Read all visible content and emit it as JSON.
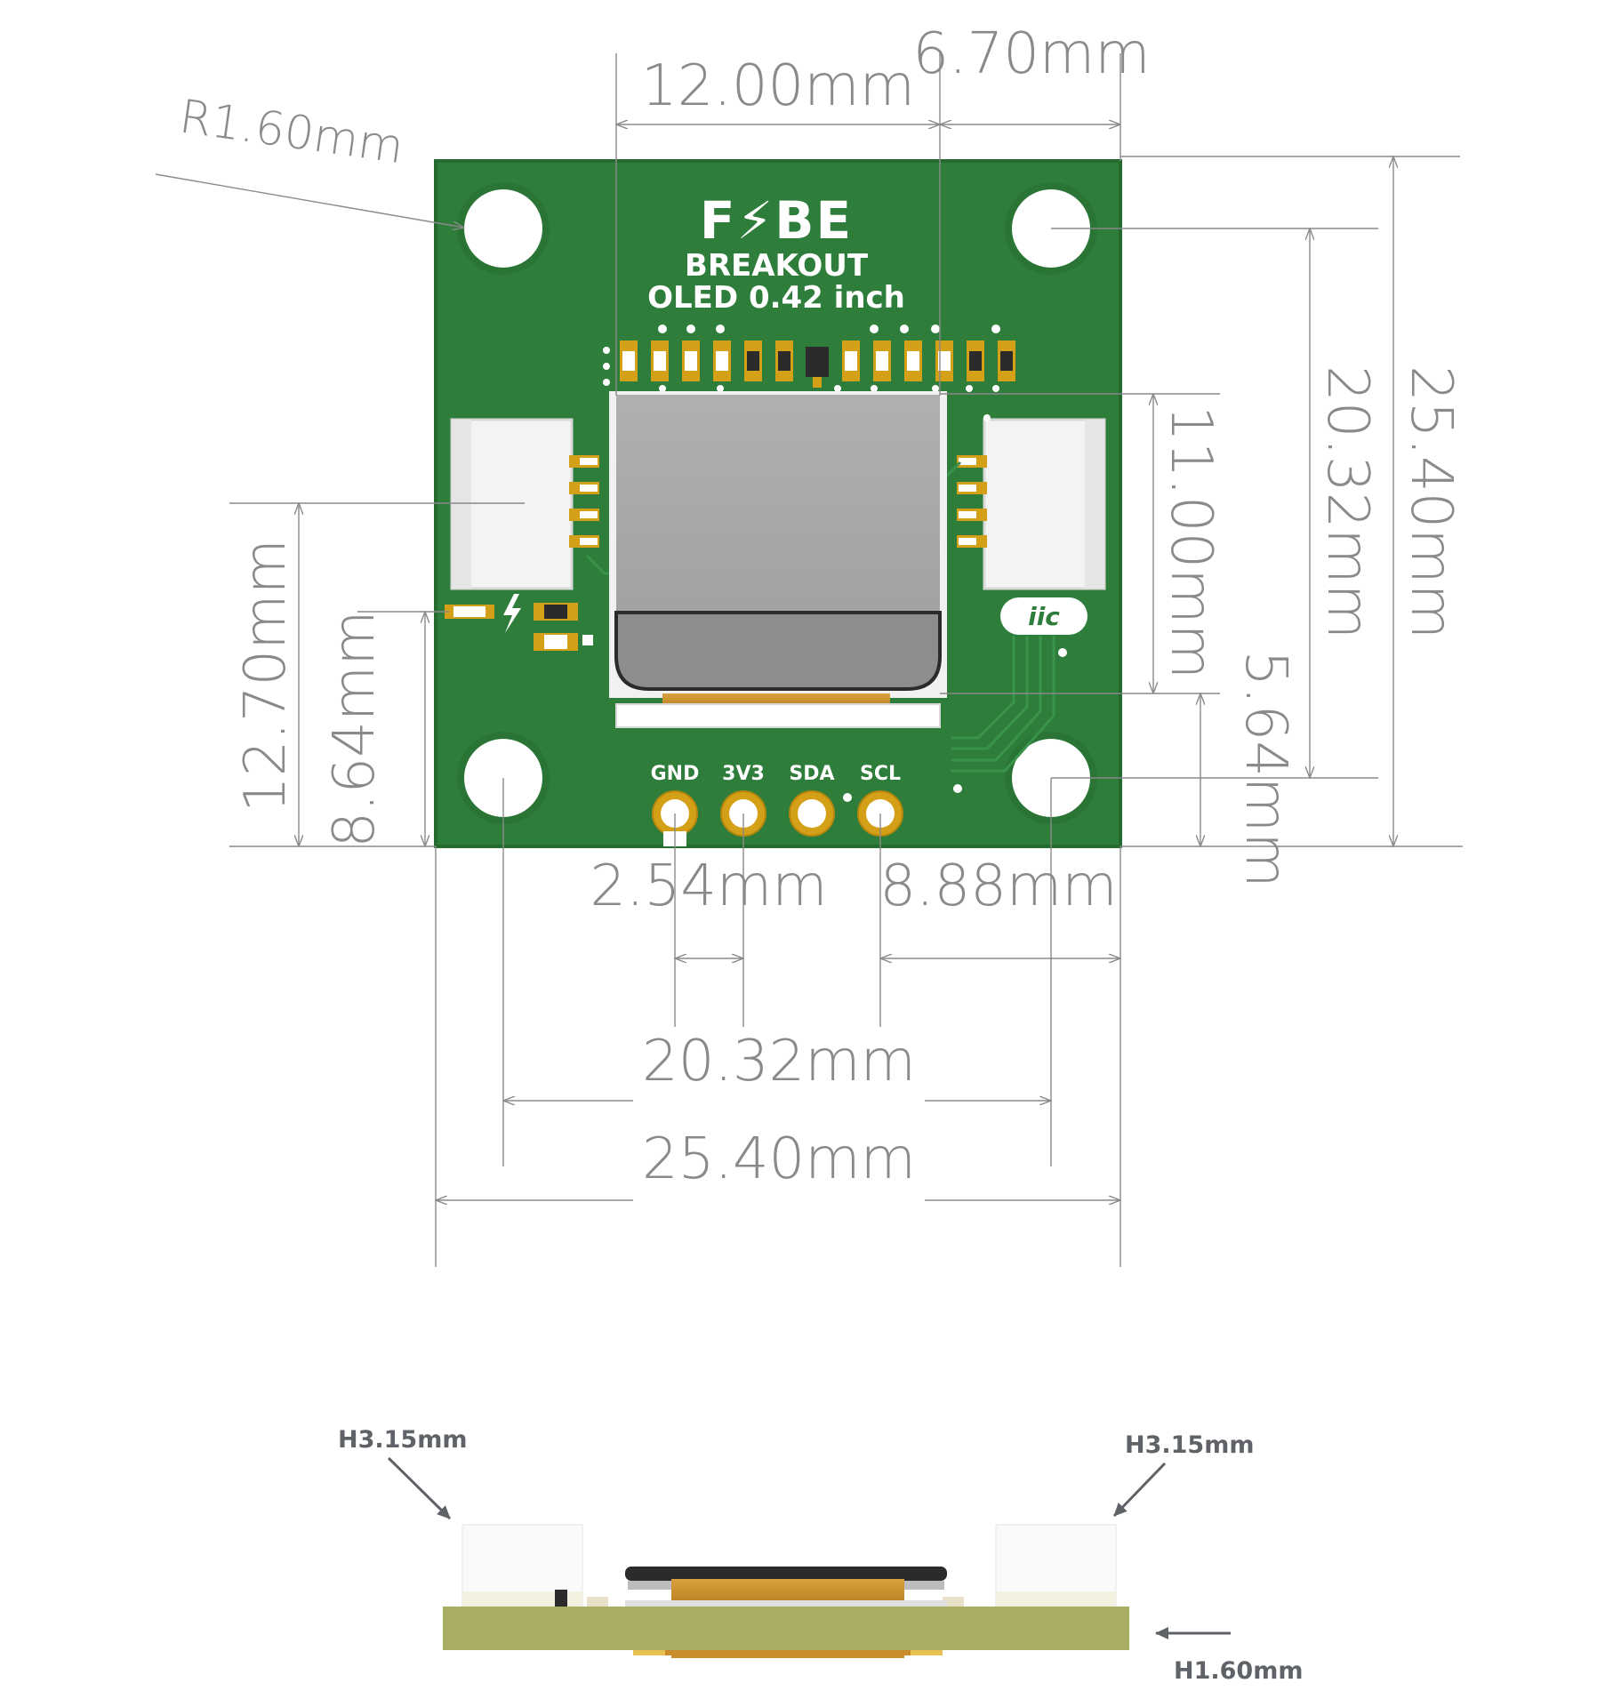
{
  "board": {
    "logo": "F⚡BE",
    "line1": "BREAKOUT",
    "line2": "OLED 0.42 inch",
    "badge": "iic",
    "pins": [
      "GND",
      "3V3",
      "SDA",
      "SCL"
    ],
    "colors": {
      "pcb": "#2e7d3a",
      "pcb_edge": "#256b30",
      "gold": "#d4a017",
      "screen": "#a7a7a7",
      "screen_lower": "#8d8d8d",
      "flex": "#c98c2a",
      "side_pcb": "#a9ad62"
    }
  },
  "dimensions": {
    "corner_radius": "R1.60mm",
    "top_span": "12.00mm",
    "top_right": "6.70mm",
    "right_outer": "25.40mm",
    "right_holes": "20.32mm",
    "right_screen": "11.00mm",
    "right_low": "5.64mm",
    "left_connector": "12.70mm",
    "left_led": "8.64mm",
    "pin_pitch": "2.54mm",
    "pin_offset": "8.88mm",
    "bottom_holes": "20.32mm",
    "bottom_outer": "25.40mm"
  },
  "side_view": {
    "left_height": "H3.15mm",
    "right_height": "H3.15mm",
    "pcb_thickness": "H1.60mm"
  }
}
